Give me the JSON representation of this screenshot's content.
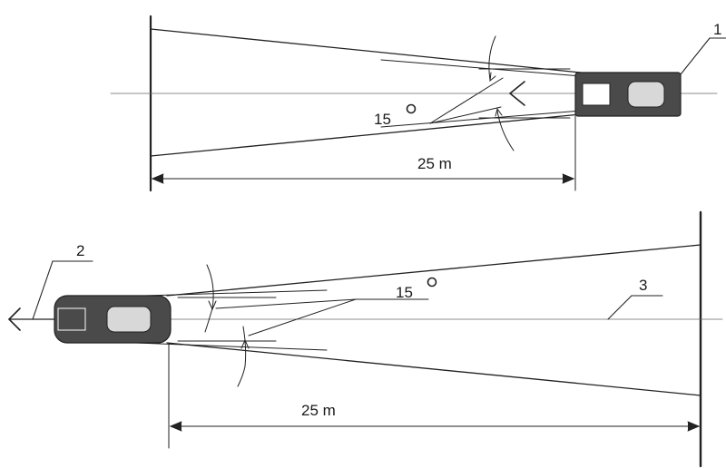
{
  "figure": {
    "top_view": {
      "callout": "1",
      "angle_value": "15",
      "distance_label": "25 m"
    },
    "bottom_view": {
      "callout_left": "2",
      "callout_right": "3",
      "angle_value": "15",
      "distance_label": "25 m"
    },
    "colors": {
      "line": "#222222",
      "vehicle_body": "#4a4a4a",
      "vehicle_light": "#d8d8d8"
    }
  }
}
